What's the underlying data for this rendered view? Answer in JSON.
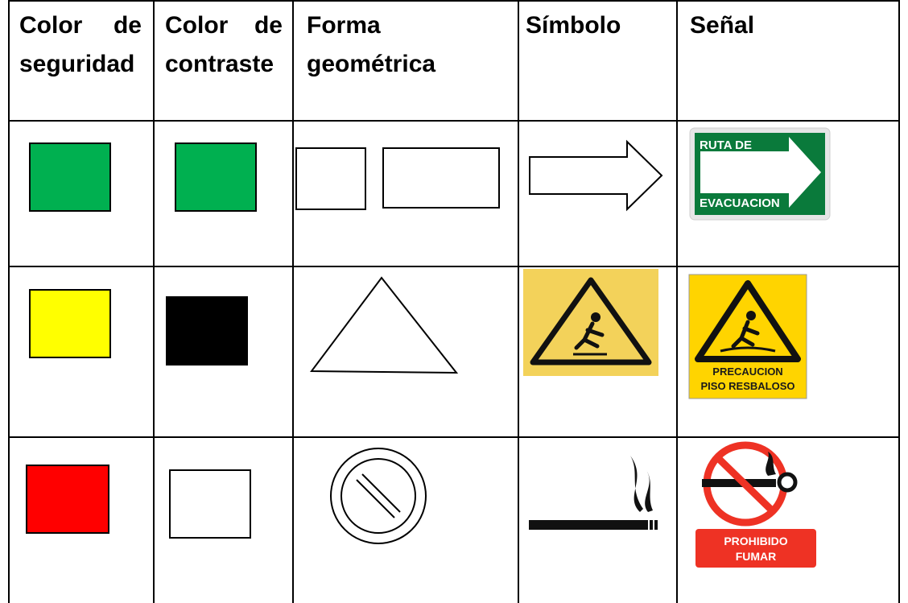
{
  "headers": {
    "col1": {
      "line1_a": "Color",
      "line1_b": "de",
      "line2": "seguridad"
    },
    "col2": {
      "line1_a": "Color",
      "line1_b": "de",
      "line2": "contraste"
    },
    "col3": {
      "line1": "Forma",
      "line2": "geométrica"
    },
    "col4": {
      "line1": "Símbolo"
    },
    "col5": {
      "line1": "Señal"
    }
  },
  "rows": [
    {
      "safety_color": "#00b050",
      "contrast_color": "#00b050",
      "shape_icon": "square-and-rectangle-icon",
      "symbol_icon": "arrow-right-icon",
      "sign": {
        "icon": "evacuation-route-sign-icon",
        "text_top": "RUTA DE",
        "text_bottom": "EVACUACION",
        "color": "#0a7a3b"
      }
    },
    {
      "safety_color": "#ffff00",
      "contrast_color": "#000000",
      "shape_icon": "triangle-icon",
      "symbol_icon": "slippery-floor-warning-icon",
      "sign": {
        "icon": "slippery-floor-sign-icon",
        "text_top": "PRECAUCION",
        "text_bottom": "PISO RESBALOSO",
        "color": "#ffd400"
      }
    },
    {
      "safety_color": "#ff0000",
      "contrast_color": "#ffffff",
      "shape_icon": "prohibition-circle-icon",
      "symbol_icon": "cigarette-smoke-icon",
      "sign": {
        "icon": "no-smoking-sign-icon",
        "text_top": "PROHIBIDO",
        "text_bottom": "FUMAR",
        "color": "#ee3224"
      }
    }
  ]
}
